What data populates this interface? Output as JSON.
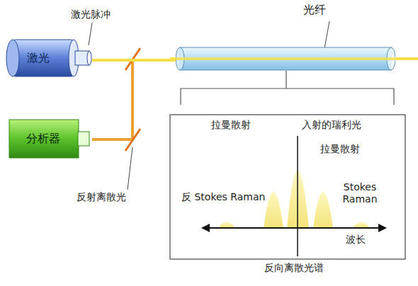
{
  "diagram": {
    "nodes": [
      {
        "text": [
          "激光"
        ]
      },
      {
        "text": [
          "分析器"
        ]
      },
      {
        "text": [
          "光纤"
        ]
      }
    ],
    "edges": [
      {
        "from": 0,
        "to": 2,
        "arrow": "none"
      }
    ],
    "labels": [
      "激光脉冲",
      "反射离散光",
      "拉曼散射",
      "入射的瑞利光",
      "拉曼散射",
      "反 Stokes Raman",
      "Stokes Raman",
      "波长",
      "反向离散光谱"
    ]
  }
}
